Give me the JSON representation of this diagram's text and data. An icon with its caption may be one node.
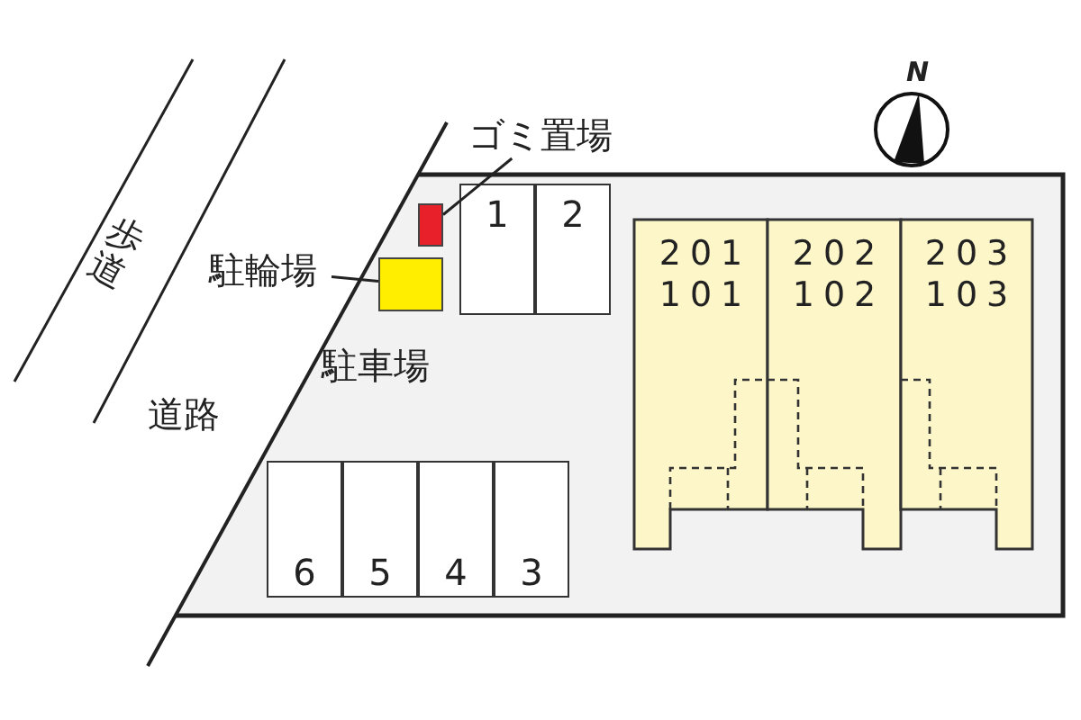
{
  "diagram": {
    "nodes": [
      {
        "text": [
          "駐車場"
        ]
      },
      {
        "text": [
          "ゴミ置場"
        ]
      },
      {
        "text": [],
        "shape": "box",
        "in": 0
      },
      {
        "text": [
          "駐輪場"
        ]
      },
      {
        "text": [],
        "shape": "box",
        "in": 0
      },
      {
        "text": [
          "1"
        ],
        "in": 0
      },
      {
        "text": [
          "2"
        ],
        "in": 0
      },
      {
        "text": [
          "201",
          "101"
        ],
        "in": 0
      },
      {
        "text": [
          "202",
          "102"
        ],
        "in": 0
      },
      {
        "text": [
          "203",
          "103"
        ],
        "in": 0
      },
      {
        "text": [
          "6"
        ],
        "in": 0
      },
      {
        "text": [
          "5"
        ],
        "in": 0
      },
      {
        "text": [
          "4"
        ],
        "in": 0
      },
      {
        "text": [
          "3"
        ],
        "in": 0
      }
    ],
    "edges": [
      {
        "from": 1,
        "to": 2,
        "arrow": "none"
      },
      {
        "from": 3,
        "to": 4,
        "arrow": "none"
      }
    ],
    "labels": [
      "歩道",
      "道路",
      "N"
    ]
  }
}
